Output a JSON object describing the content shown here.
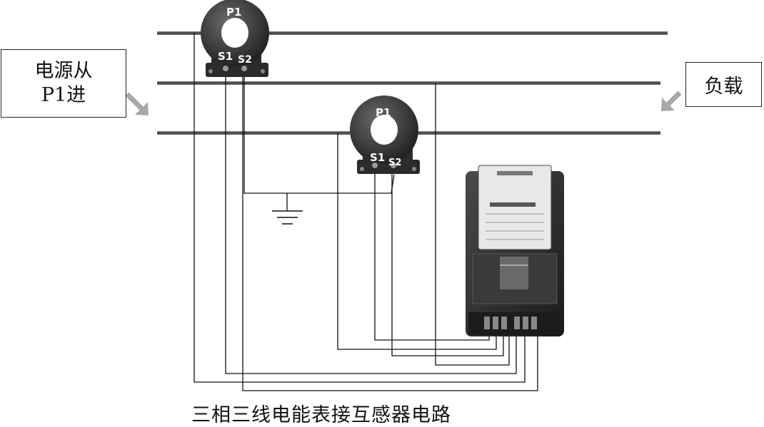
{
  "labels": {
    "source_line1": "电源从",
    "source_line2": "P1进",
    "load": "负载",
    "caption": "三相三线电能表接互感器电路"
  },
  "ct_top": {
    "p1": "P1",
    "s1": "S1",
    "s2": "S2"
  },
  "ct_middle": {
    "p1": "P1",
    "s1": "S1",
    "s2": "S2"
  },
  "colors": {
    "line": "#555555",
    "wire": "#111111",
    "ct_body": "#3a3a3a",
    "meter_body": "#2e2e2e",
    "arrow": "#a8a8a8"
  }
}
